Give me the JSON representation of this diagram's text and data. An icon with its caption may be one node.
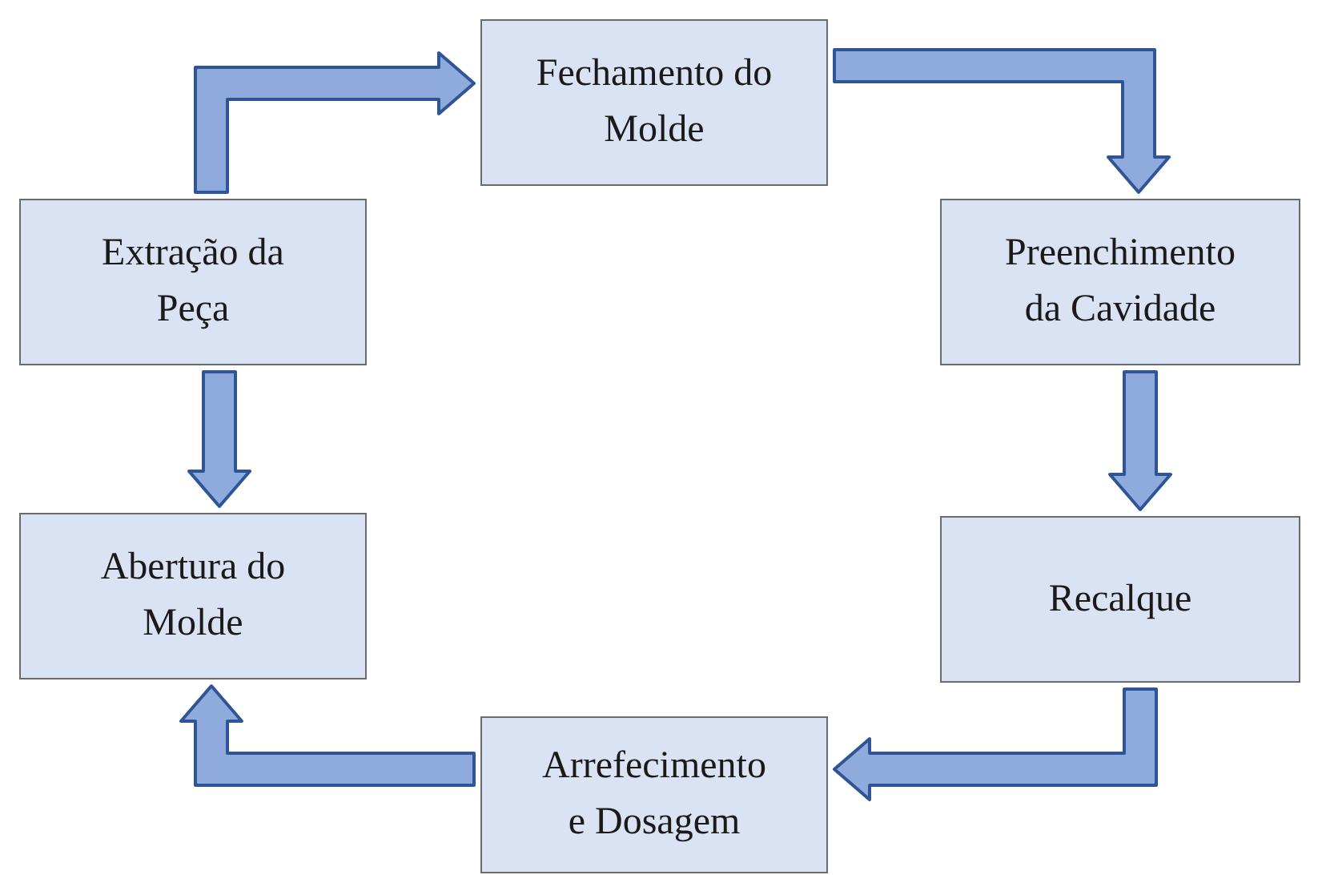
{
  "diagram": {
    "nodes": [
      {
        "text": [
          "Fechamento do Molde"
        ]
      },
      {
        "text": [
          "Preenchimento da Cavidade"
        ]
      },
      {
        "text": [
          "Recalque"
        ]
      },
      {
        "text": [
          "Arrefecimento e Dosagem"
        ]
      },
      {
        "text": [
          "Abertura do Molde"
        ]
      },
      {
        "text": [
          "Extração da Peça"
        ]
      }
    ],
    "edges": [
      {
        "from": 0,
        "to": 1,
        "arrow": "to"
      },
      {
        "from": 1,
        "to": 2,
        "arrow": "to"
      },
      {
        "from": 2,
        "to": 3,
        "arrow": "to"
      },
      {
        "from": 3,
        "to": 4,
        "arrow": "to"
      },
      {
        "from": 5,
        "to": 4,
        "arrow": "to"
      },
      {
        "from": 5,
        "to": 0,
        "arrow": "to"
      }
    ]
  }
}
